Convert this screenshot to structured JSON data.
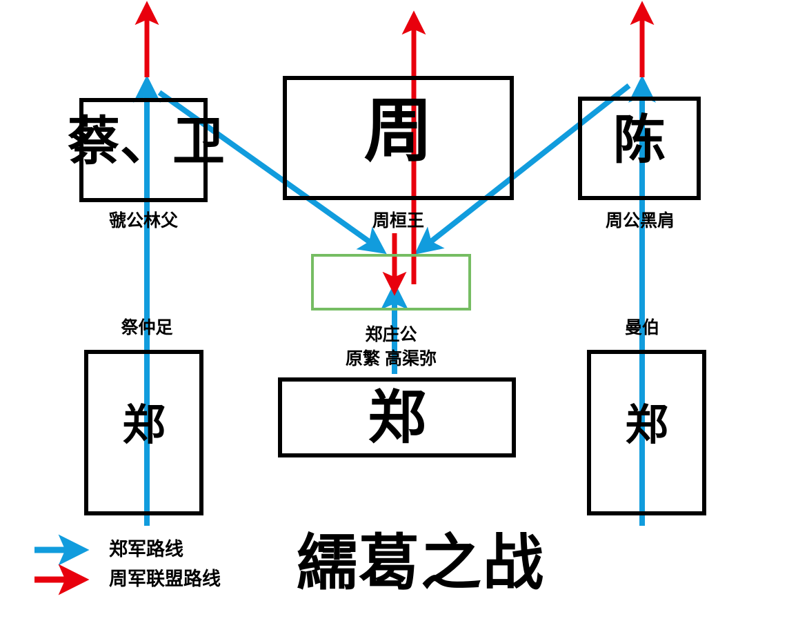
{
  "title": "繻葛之战",
  "colors": {
    "zheng_route": "#119CDD",
    "zhou_route": "#E8000D",
    "box_border": "#000000",
    "center_box_border": "#76bd63",
    "background": "#ffffff",
    "text": "#000000"
  },
  "units": {
    "top_left": {
      "name": "蔡、卫",
      "commander": "虢公林父"
    },
    "top_center": {
      "name": "周",
      "commander": "周桓王"
    },
    "top_right": {
      "name": "陈",
      "commander": "周公黑肩"
    },
    "center_green": {
      "name": "",
      "commander_line1": "郑庄公",
      "commander_line2": "原繁  高渠弥"
    },
    "bottom_left": {
      "name": "郑",
      "commander": "祭仲足"
    },
    "bottom_center": {
      "name": "郑",
      "commander": ""
    },
    "bottom_right": {
      "name": "郑",
      "commander": "曼伯"
    }
  },
  "legend": {
    "items": [
      {
        "label": "郑军路线",
        "color": "#119CDD",
        "icon": "arrow-right-icon"
      },
      {
        "label": "周军联盟路线",
        "color": "#E8000D",
        "icon": "arrow-right-icon"
      }
    ]
  },
  "arrows": {
    "zheng": [
      {
        "name": "left-flank-advance-north",
        "from": [
          213,
          760
        ],
        "to": [
          213,
          122
        ]
      },
      {
        "name": "left-flank-diagonal-to-center",
        "from": [
          231,
          134
        ],
        "to": [
          551,
          362
        ]
      },
      {
        "name": "center-advance-north",
        "from": [
          572,
          540
        ],
        "to": [
          572,
          420
        ]
      },
      {
        "name": "right-flank-advance-north",
        "from": [
          931,
          760
        ],
        "to": [
          931,
          122
        ]
      },
      {
        "name": "right-flank-diagonal-to-center",
        "from": [
          910,
          124
        ],
        "to": [
          610,
          362
        ]
      }
    ],
    "zhou": [
      {
        "name": "left-allied-advance-north",
        "from": [
          213,
          112
        ],
        "to": [
          213,
          8
        ]
      },
      {
        "name": "center-royal-advance-north",
        "from": [
          600,
          412
        ],
        "to": [
          600,
          22
        ]
      },
      {
        "name": "center-royal-push-south",
        "from": [
          572,
          338
        ],
        "to": [
          572,
          420
        ]
      },
      {
        "name": "right-allied-advance-north",
        "from": [
          931,
          112
        ],
        "to": [
          931,
          8
        ]
      }
    ]
  }
}
